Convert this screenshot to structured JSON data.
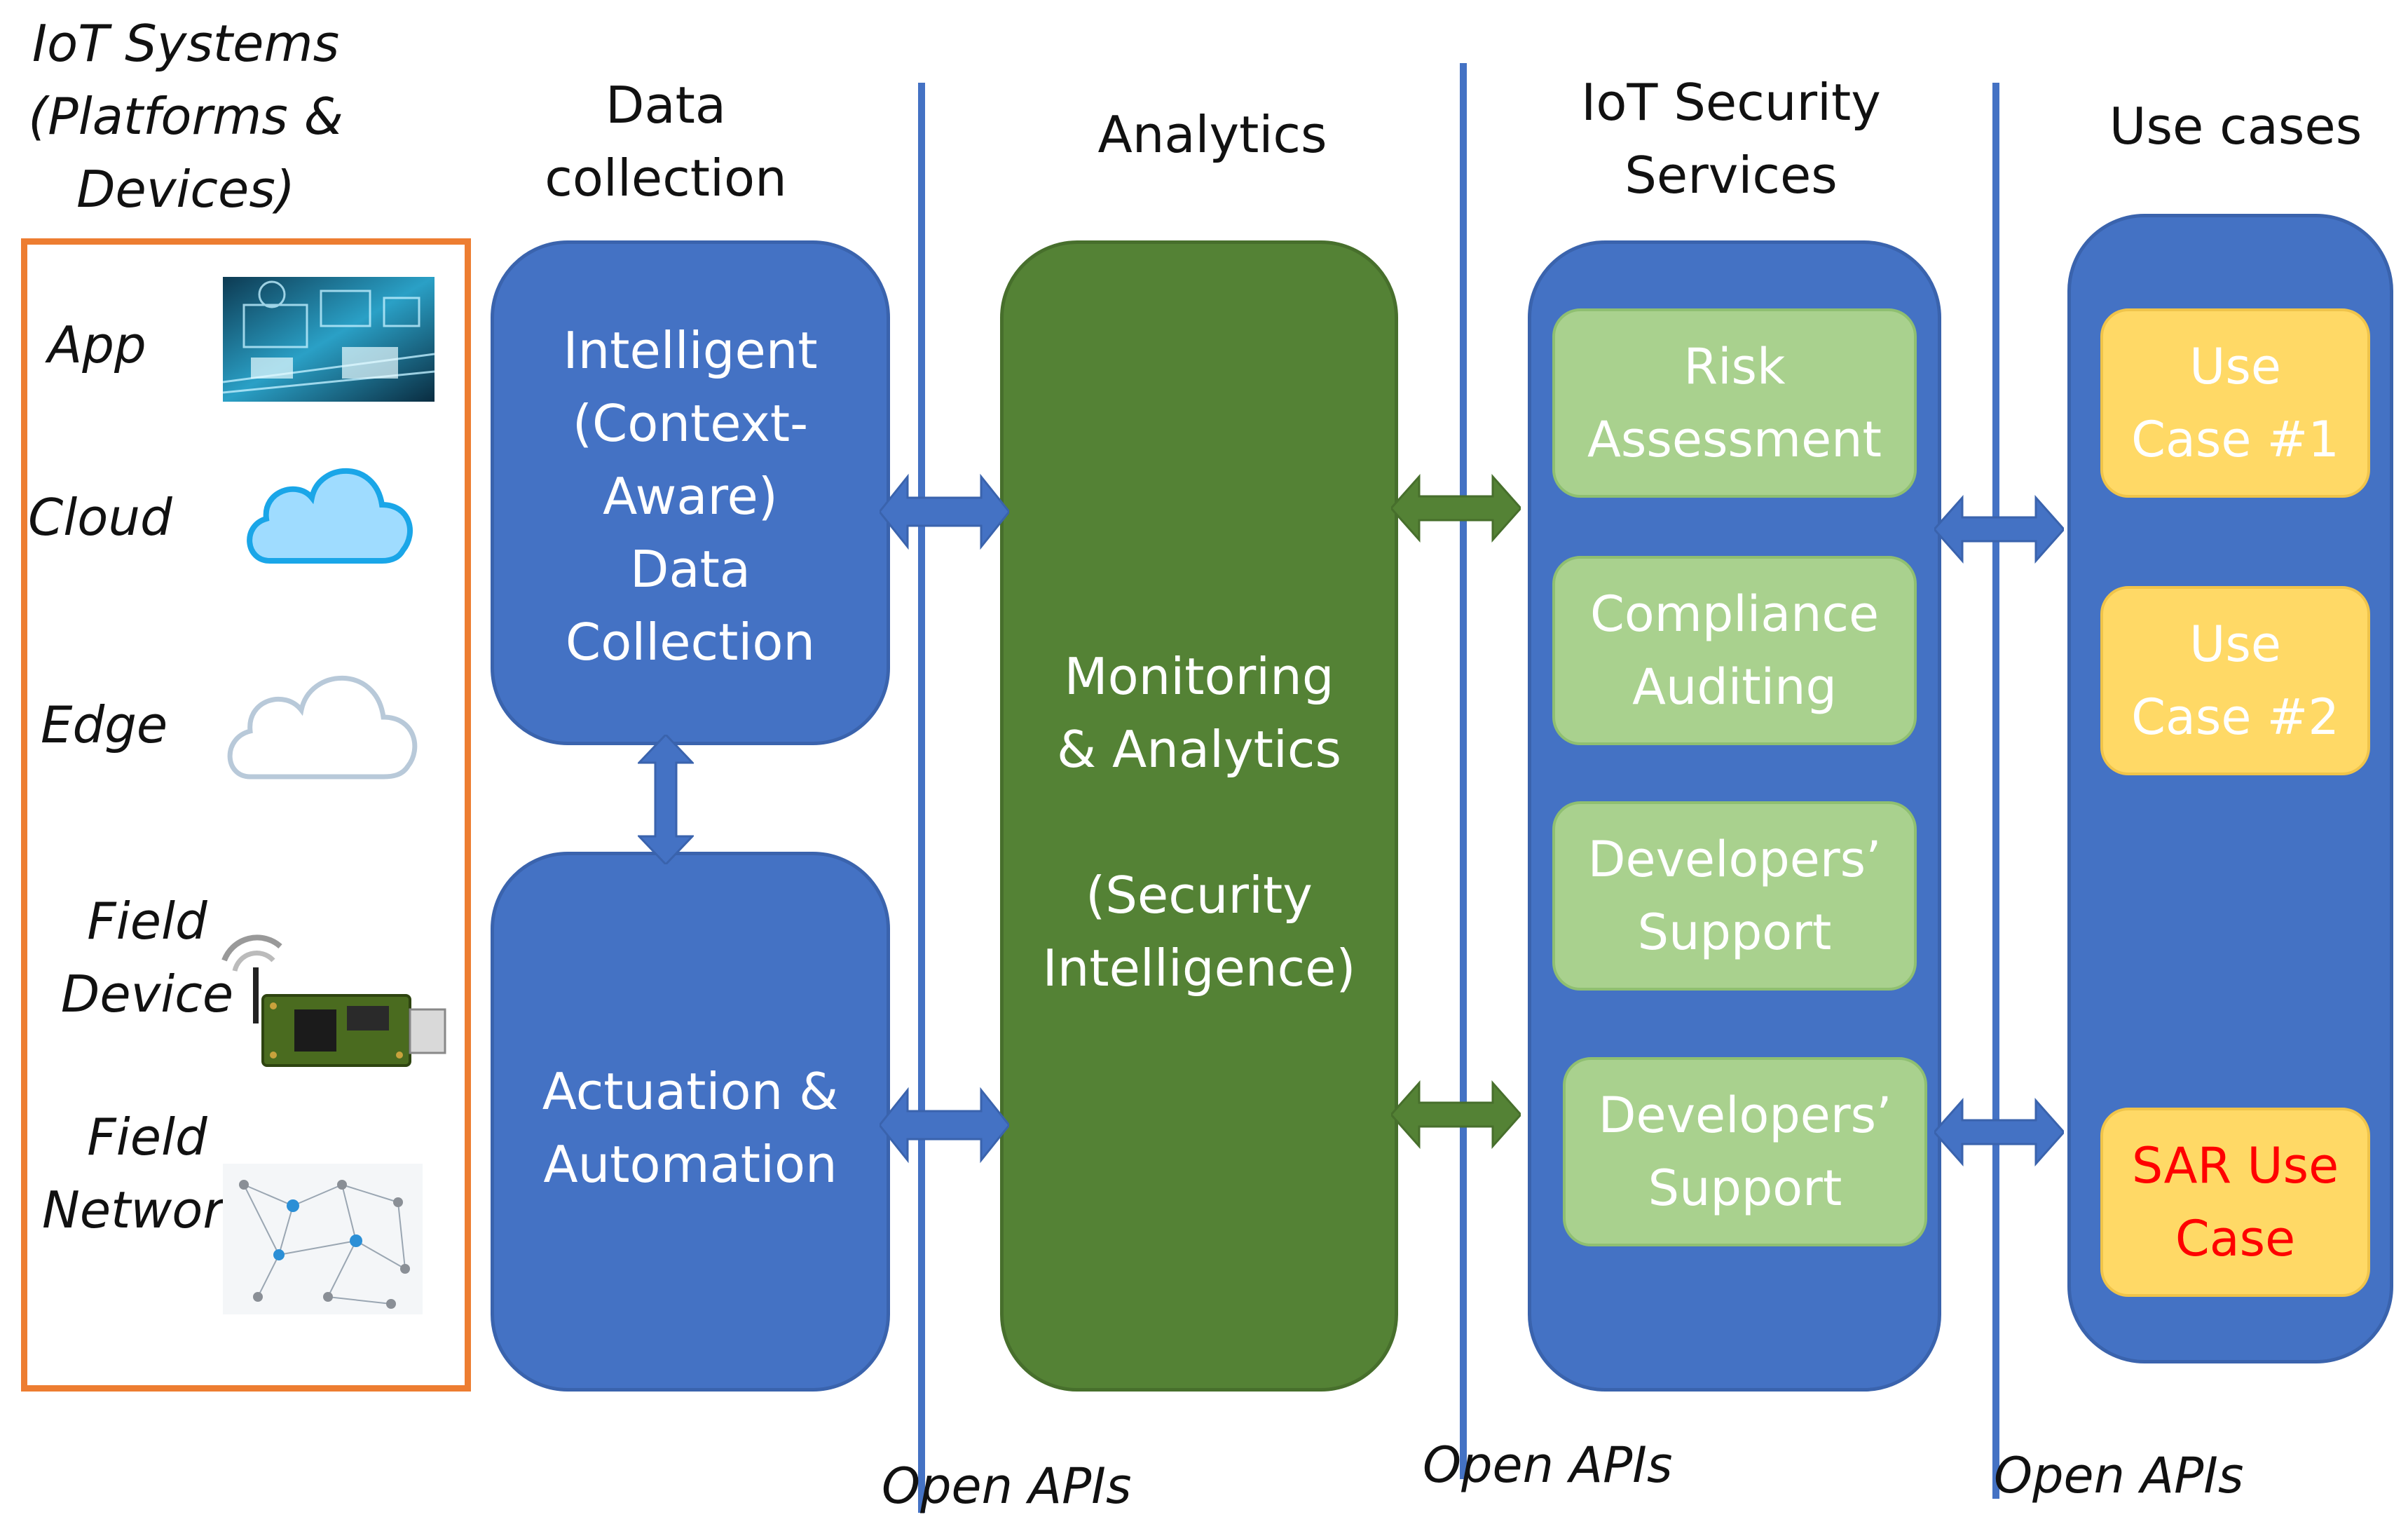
{
  "colors": {
    "blue": "#4472c4",
    "green": "#548235",
    "light_green": "#a9d18e",
    "yellow": "#ffd966",
    "orange": "#ed7d31",
    "sar_red": "#ff0000"
  },
  "iot_systems": {
    "title": "IoT Systems\n(Platforms &\nDevices)",
    "items": [
      {
        "label": "App",
        "icon": "app-screens-icon"
      },
      {
        "label": "Cloud",
        "icon": "cloud-filled-icon"
      },
      {
        "label": "Edge",
        "icon": "cloud-outline-icon"
      },
      {
        "label": "Field\nDevice",
        "icon": "field-device-board-icon"
      },
      {
        "label": "Field\nNetwork",
        "icon": "network-graph-icon"
      }
    ]
  },
  "data_collection": {
    "title": "Data\ncollection",
    "top_box": "Intelligent\n(Context-\nAware)\nData\nCollection",
    "bottom_box": "Actuation &\nAutomation"
  },
  "analytics": {
    "title": "Analytics",
    "box": "Monitoring\n& Analytics\n\n(Security\nIntelligence)"
  },
  "security_services": {
    "title": "IoT Security\nServices",
    "items": [
      "Risk\nAssessment",
      "Compliance\nAuditing",
      "Developers’\nSupport",
      "Developers’\nSupport"
    ]
  },
  "use_cases": {
    "title": "Use cases",
    "items": [
      "Use\nCase #1",
      "Use\nCase #2",
      "SAR Use\nCase"
    ]
  },
  "open_apis": [
    "Open APIs",
    "Open APIs",
    "Open APIs"
  ]
}
